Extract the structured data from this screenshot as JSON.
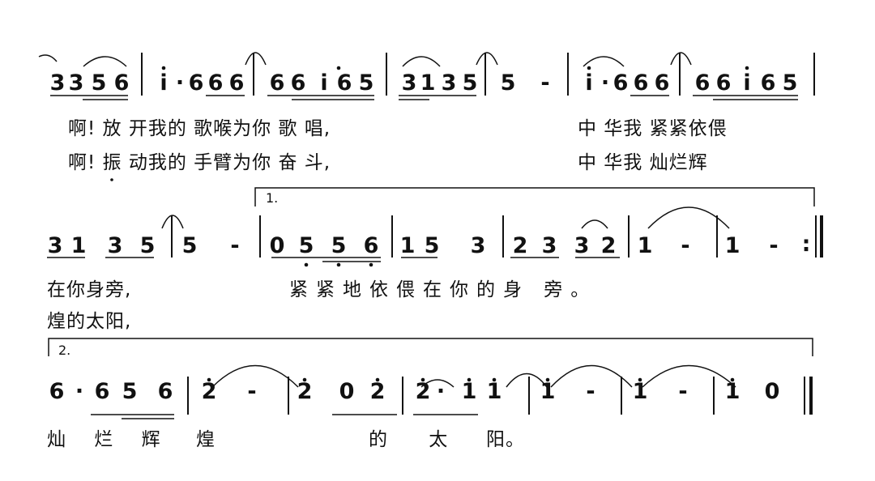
{
  "score": {
    "system1_notes": [
      "3",
      "3",
      "5",
      "6",
      "i",
      "·",
      "6",
      "6",
      "6",
      "6",
      "6",
      "i",
      "6",
      "5",
      "3",
      "1",
      "3",
      "5",
      "5",
      "-",
      "i",
      "·",
      "6",
      "6",
      "6",
      "6",
      "6",
      "i",
      "6",
      "5"
    ],
    "system2_notes": [
      "3",
      "1",
      "3",
      "5",
      "5",
      "-",
      "0",
      "5",
      "5",
      "6",
      "1",
      "5",
      "3",
      "2",
      "3",
      "3",
      "2",
      "1",
      "-",
      "1",
      "-"
    ],
    "system3_notes": [
      "6",
      "·",
      "6",
      "5",
      "6",
      "2",
      "-",
      "2",
      "0",
      "2",
      "2",
      "·",
      "1",
      "1",
      "1",
      "-",
      "1",
      "-",
      "1",
      "0"
    ],
    "volta_1": "1.",
    "volta_2": "2.",
    "repeat_sign": ":"
  },
  "lyrics": {
    "v1_a": "啊!  放 开我的  歌喉为你 歌   唱,",
    "v1_b": "中  华我  紧紧依偎",
    "v2_a": "啊!  振 动我的  手臂为你 奋   斗,",
    "v2_b": "中  华我  灿烂辉",
    "s2_line1a": "在你身旁,",
    "s2_line1b": "紧紧地依偎在你的身  旁。",
    "s2_line2": "煌的太阳,",
    "s3_a": "灿 烂 辉",
    "s3_b": "煌",
    "s3_c": "的 太",
    "s3_d": "阳。"
  }
}
